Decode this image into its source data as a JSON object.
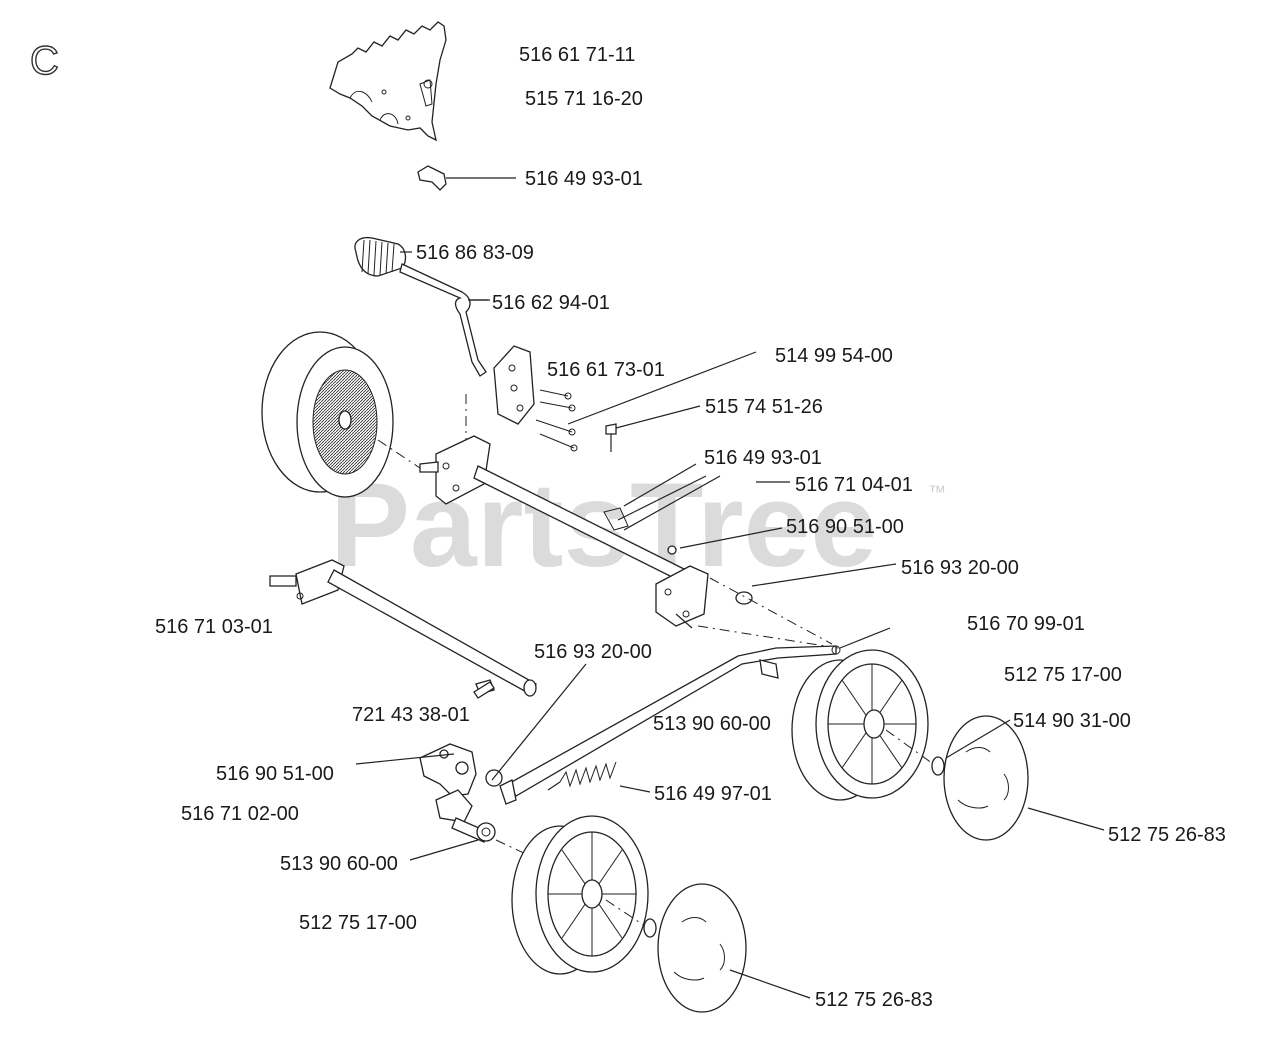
{
  "diagram": {
    "section_letter": "C",
    "watermark": "PartsTree",
    "watermark_tm": "™",
    "part_labels": [
      "516 61 71-11",
      "515 71 16-20",
      "516 49 93-01",
      "516 86 83-09",
      "516 62 94-01",
      "516 61 73-01",
      "514 99 54-00",
      "515 74 51-26",
      "516 49 93-01",
      "516 71 04-01",
      "516 90 51-00",
      "516 93 20-00",
      "516 71 03-01",
      "516 70 99-01",
      "516 93 20-00",
      "512 75 17-00",
      "721 43 38-01",
      "513 90 60-00",
      "514 90 31-00",
      "516 90 51-00",
      "516 49 97-01",
      "516 71 02-00",
      "512 75 26-83",
      "513 90 60-00",
      "512 75 17-00",
      "512 75 26-83"
    ]
  }
}
